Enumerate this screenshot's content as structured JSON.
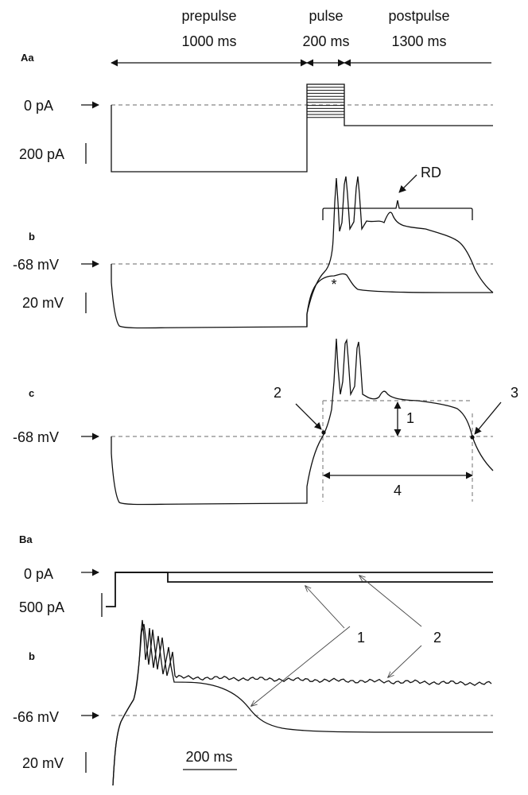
{
  "protocol": {
    "phases": [
      {
        "name": "prepulse",
        "duration": "1000 ms"
      },
      {
        "name": "pulse",
        "duration": "200 ms"
      },
      {
        "name": "postpulse",
        "duration": "1300 ms"
      }
    ]
  },
  "panel_labels": {
    "Aa": "Aa",
    "Ab": "b",
    "Ac": "c",
    "Ba": "Ba",
    "Bb": "b"
  },
  "current_labels": {
    "zero": "0 pA",
    "scale_A": "200 pA",
    "scale_B": "500 pA"
  },
  "voltage_labels": {
    "rest_A": "-68 mV",
    "rest_Ac": "-68 mV",
    "rest_B": "-66 mV",
    "scale": "20 mV"
  },
  "annotations": {
    "rd": "RD",
    "star": "*",
    "measure_1": "1",
    "measure_2": "2",
    "measure_3": "3",
    "measure_4": "4",
    "trace_1": "1",
    "trace_2": "2"
  },
  "time_scale": "200 ms"
}
